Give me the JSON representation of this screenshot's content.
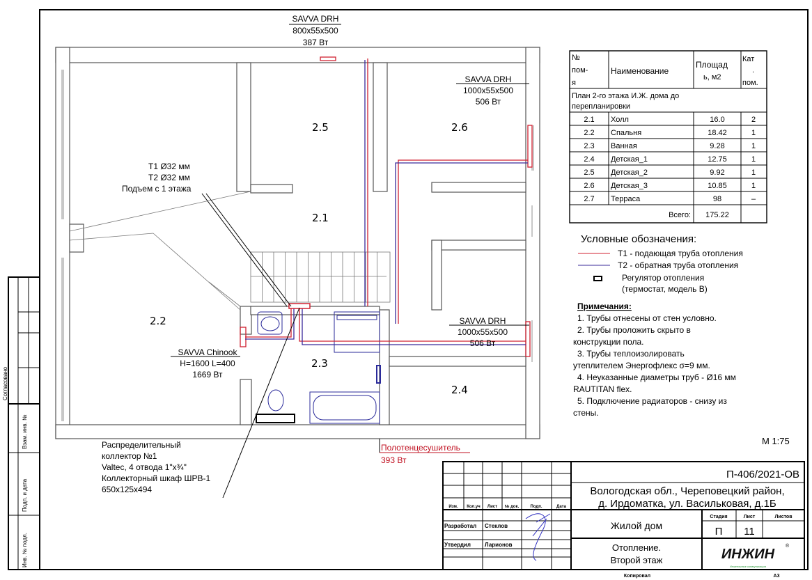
{
  "plan": {
    "rooms": [
      "2.1",
      "2.2",
      "2.3",
      "2.4",
      "2.5",
      "2.6"
    ],
    "radiators": [
      {
        "model": "SAVVA DRH",
        "size": "800x55x500",
        "power": "387 Вт"
      },
      {
        "model": "SAVVA DRH",
        "size": "1000x55x500",
        "power": "506 Вт"
      },
      {
        "model": "SAVVA DRH",
        "size": "1000x55x500",
        "power": "506 Вт"
      },
      {
        "model": "SAVVA Chinook",
        "size": "H=1600 L=400",
        "power": "1669 Вт"
      }
    ],
    "riser": {
      "t1": "T1 Ø32 мм",
      "t2": "T2 Ø32 мм",
      "note": "Подъем с 1 этажа"
    },
    "collector": [
      "Распределительный",
      "коллектор №1",
      "Valtec, 4 отвода 1\"х¾\"",
      "Коллекторный шкаф ШРВ-1",
      "650x125x494"
    ],
    "towel_dryer": {
      "name": "Полотенцесушитель",
      "power": "393 Вт"
    },
    "scale": "М 1:75"
  },
  "room_table": {
    "headers": [
      "№",
      "пом-",
      "я",
      "Наименование",
      "Площад",
      "ь, м2",
      "Кат",
      ".",
      "пом."
    ],
    "section": [
      "План 2-го этажа И.Ж. дома до",
      "перепланировки"
    ],
    "rows": [
      {
        "no": "2.1",
        "name": "Холл",
        "area": "16.0",
        "cat": "2"
      },
      {
        "no": "2.2",
        "name": "Спальня",
        "area": "18.42",
        "cat": "1"
      },
      {
        "no": "2.3",
        "name": "Ванная",
        "area": "9.28",
        "cat": "1"
      },
      {
        "no": "2.4",
        "name": "Детская_1",
        "area": "12.75",
        "cat": "1"
      },
      {
        "no": "2.5",
        "name": "Детская_2",
        "area": "9.92",
        "cat": "1"
      },
      {
        "no": "2.6",
        "name": "Детская_3",
        "area": "10.85",
        "cat": "1"
      },
      {
        "no": "2.7",
        "name": "Терраса",
        "area": "98",
        "cat": "–"
      }
    ],
    "total_label": "Всего:",
    "total": "175.22"
  },
  "legend": {
    "title": "Условные обозначения:",
    "t1": "T1 - подающая труба отопления",
    "t2": "T2 - обратная труба отопления",
    "reg1": "Регулятор отопления",
    "reg2": "(термостат, модель B)",
    "t1_color": "#d02030",
    "t2_color": "#3a2a9a"
  },
  "notes": {
    "title": "Примечания:",
    "lines": [
      "1.     Трубы отнесены от стен условно.",
      "2.     Трубы проложить скрыто в",
      "конструкции пола.",
      "3.     Трубы теплоизолировать",
      "утеплителем Энергофлекс σ=9 мм.",
      "4.     Неуказанные диаметры труб - Ø16 мм",
      "RAUTITAN flex.",
      "5.     Подключение радиаторов - снизу из",
      "стены."
    ]
  },
  "title_block": {
    "code": "П-406/2021-ОВ",
    "address1": "Вологодская обл., Череповецкий район,",
    "address2": "д. Ирдоматка, ул. Васильковая, д.1Б",
    "object": "Жилой дом",
    "sheet_title1": "Отопление.",
    "sheet_title2": "Второй этаж",
    "col_headers": [
      "Изм.",
      "Кол.уч",
      "Лист",
      "№ док.",
      "Подп.",
      "Дата"
    ],
    "roles": [
      {
        "role": "Разработал",
        "name": "Стеклов"
      },
      {
        "role": "Утвердил",
        "name": "Ларионов"
      }
    ],
    "stage_headers": [
      "Стадия",
      "Лист",
      "Листов"
    ],
    "stage": "П",
    "sheet": "11",
    "logo": "ИНЖИН",
    "logo_sub": "Инженерные коммуникации",
    "copied": "Копировал",
    "format": "А3"
  },
  "side_stamp": [
    "Согласовано",
    "Взам. инв. №",
    "Подп. и дата",
    "Инв. № подл."
  ]
}
